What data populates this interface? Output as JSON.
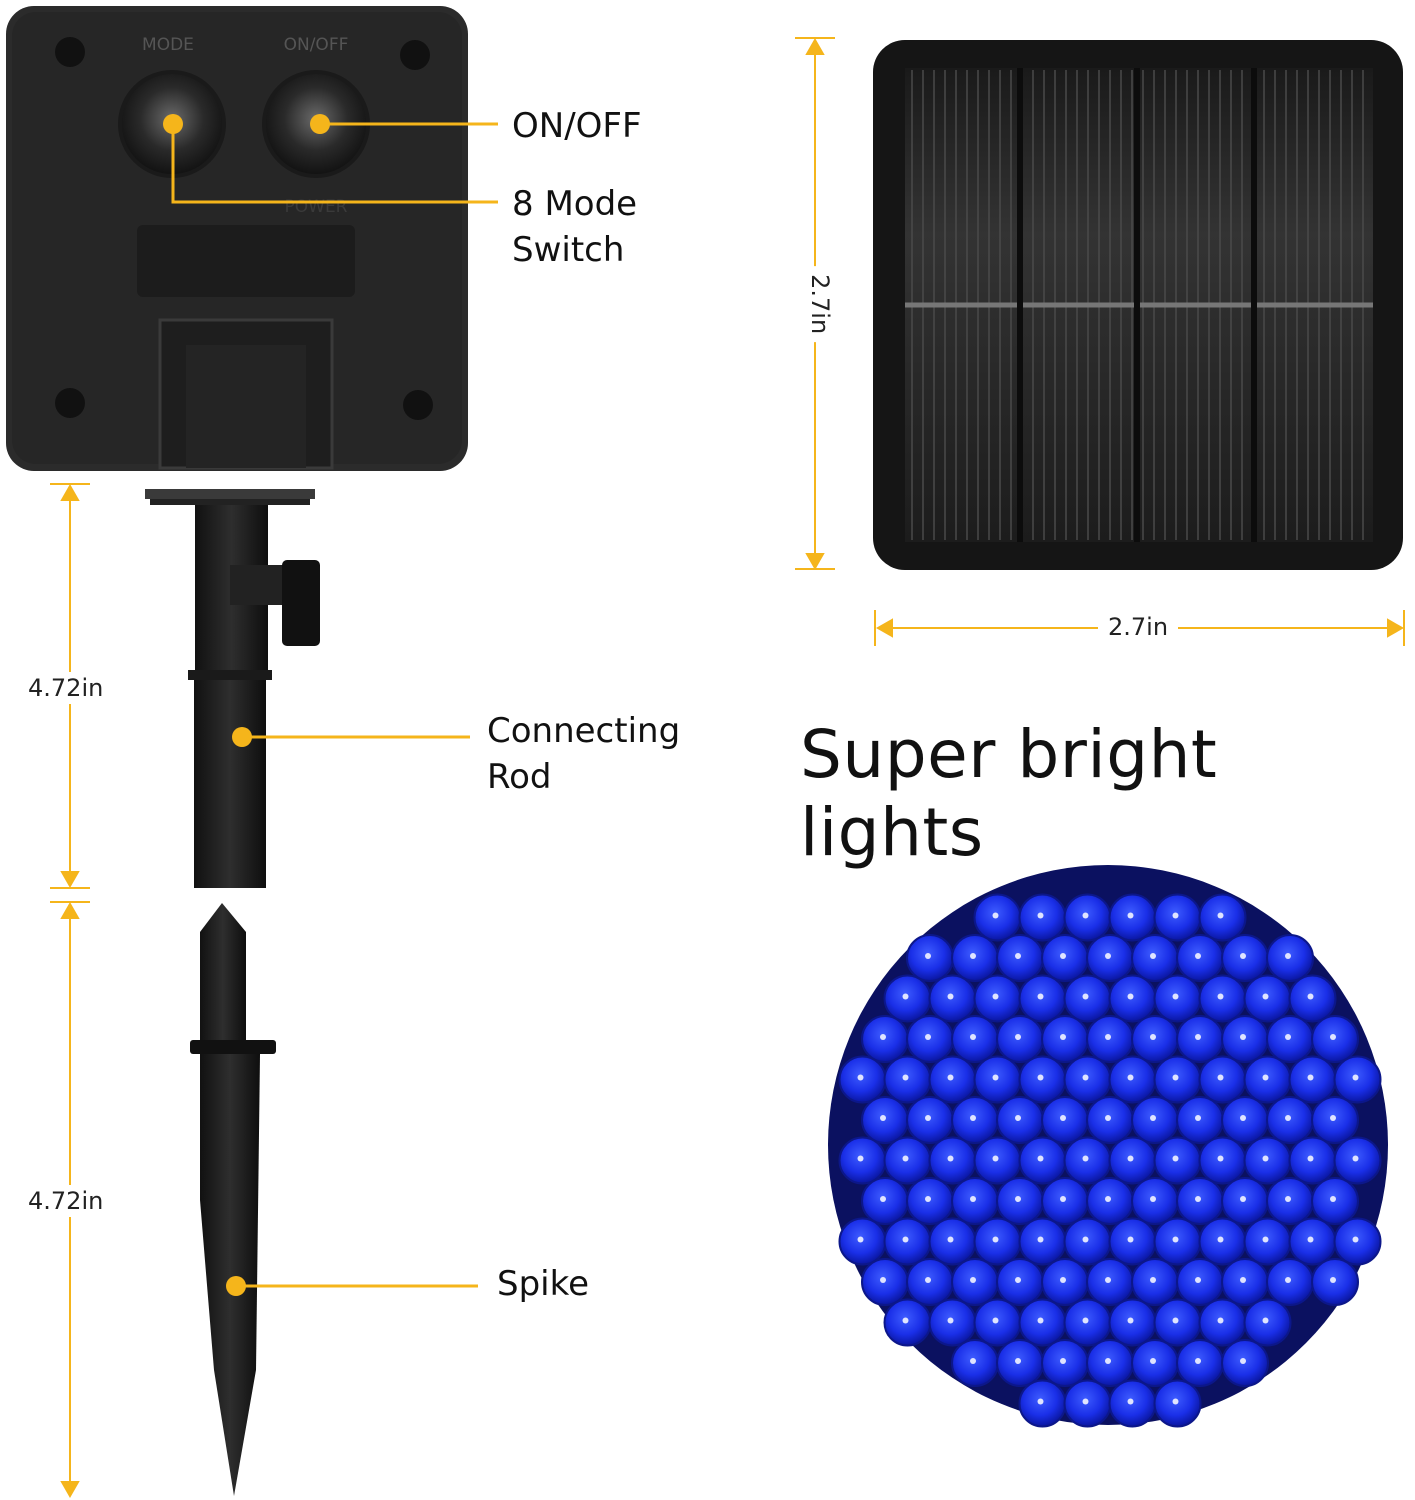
{
  "accent_color": "#f5b51b",
  "led_color": "#1a2fe8",
  "control_box": {
    "button_labels": {
      "mode": "MODE",
      "on_off": "ON/OFF",
      "power": "POWER"
    },
    "callouts": {
      "on_off": "ON/OFF",
      "mode_line1": "8 Mode",
      "mode_line2": "Switch"
    }
  },
  "stake": {
    "rod_label_line1": "Connecting",
    "rod_label_line2": "Rod",
    "spike_label": "Spike",
    "rod_length": "4.72in",
    "spike_length": "4.72in"
  },
  "solar_panel": {
    "height_label": "2.7in",
    "width_label": "2.7in"
  },
  "headline": "Super bright lights",
  "icons": [
    "screw-icon",
    "button-icon",
    "callout-dot-icon",
    "dimension-arrow-icon",
    "led-bulb-icon"
  ]
}
